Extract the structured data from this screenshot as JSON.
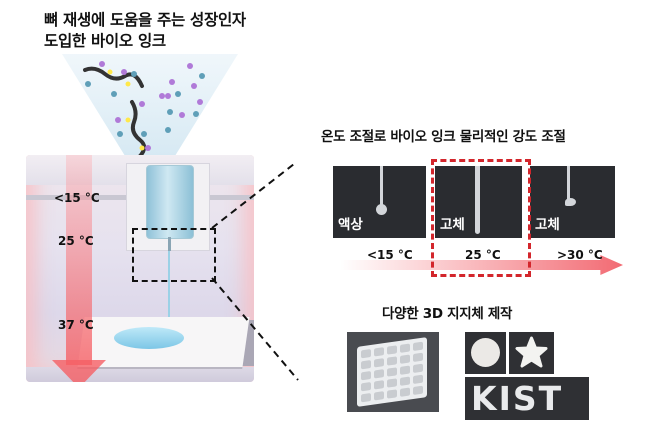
{
  "left_panel": {
    "title_line1": "뼈 재생에 도움을 주는 성장인자",
    "title_line2": "도입한 바이오 잉크",
    "temperatures": [
      "<15 °C",
      "25 °C",
      "37 °C"
    ]
  },
  "right_panel": {
    "title": "온도 조절로 바이오 잉크 물리적인 강도 조절",
    "photos": [
      {
        "state_label": "액상",
        "temperature": "<15 °C"
      },
      {
        "state_label": "고체",
        "temperature": "25 °C"
      },
      {
        "state_label": "고체",
        "temperature": ">30 °C"
      }
    ],
    "highlight_color": "#d3262c",
    "scaffold_title": "다양한 3D 지지체 제작",
    "scaffold_text": "KIST"
  }
}
